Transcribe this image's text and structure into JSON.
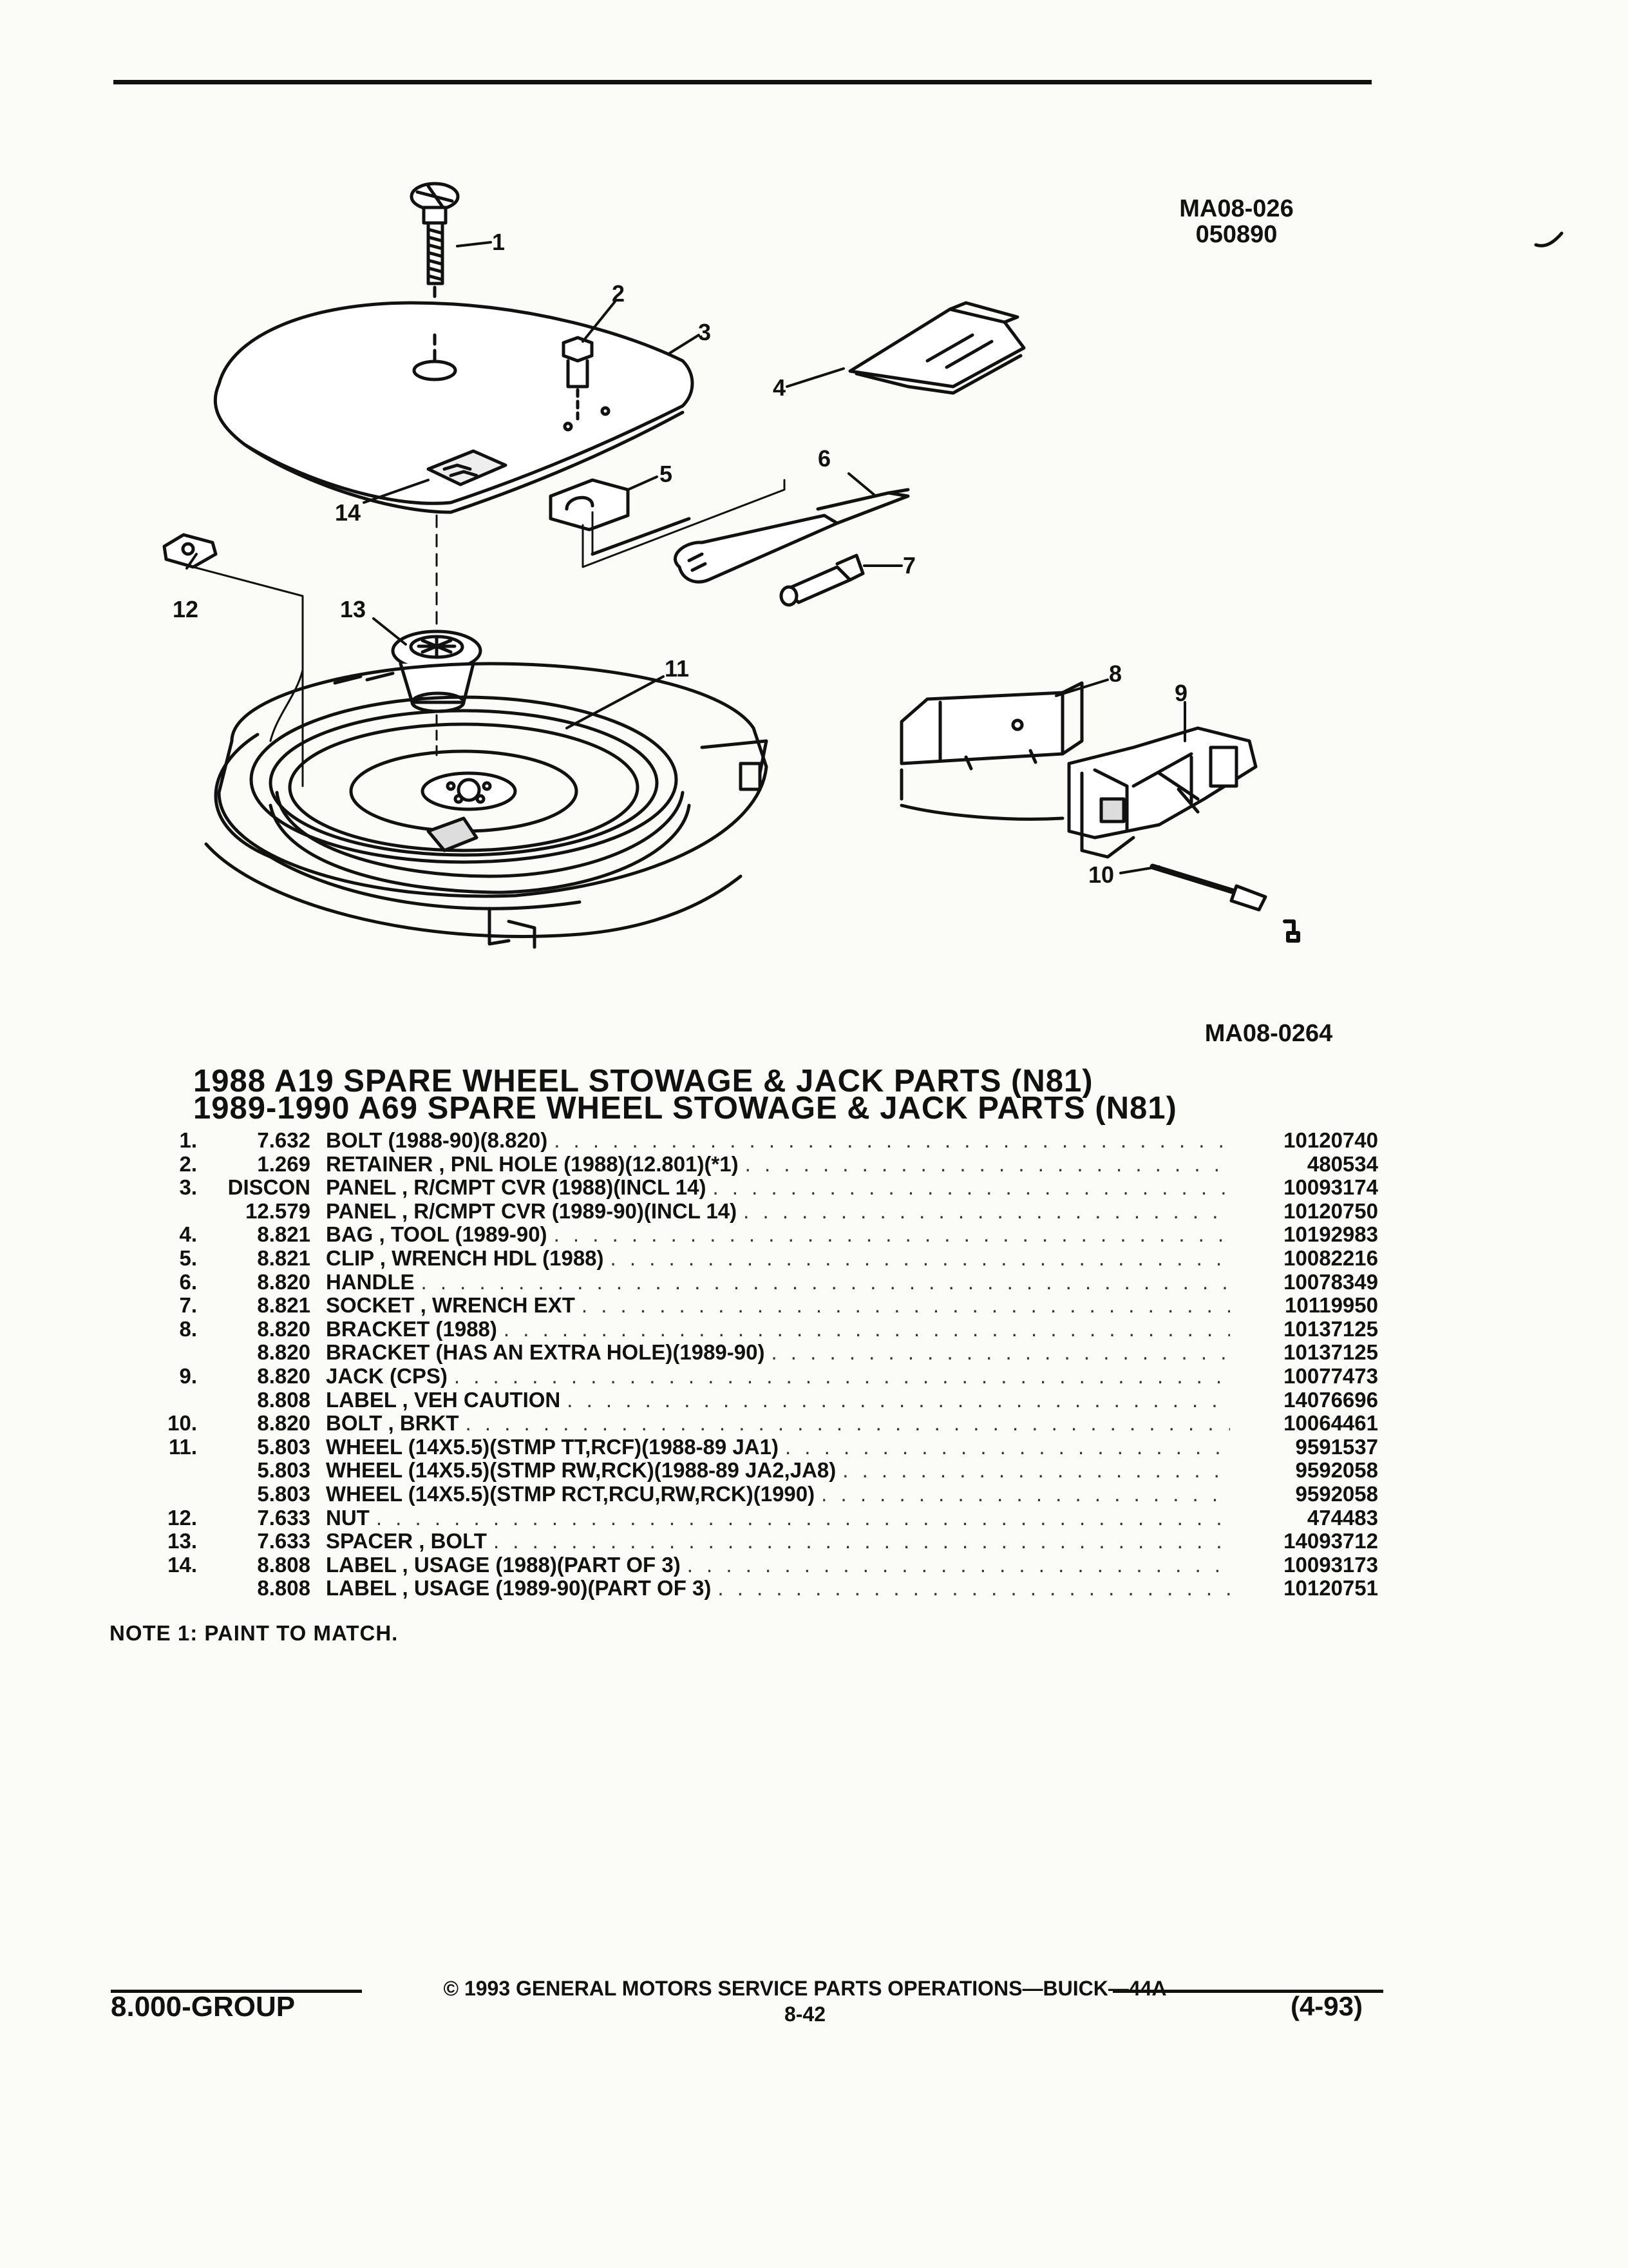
{
  "header": {
    "ref_top_line1": "MA08-026",
    "ref_top_line2": "050890",
    "ref_bottom": "MA08-0264"
  },
  "callouts": [
    "1",
    "2",
    "3",
    "4",
    "5",
    "6",
    "7",
    "8",
    "9",
    "10",
    "11",
    "12",
    "13",
    "14"
  ],
  "title_line1": "1988 A19 SPARE WHEEL STOWAGE & JACK PARTS (N81)",
  "title_line2": "1989-1990 A69 SPARE WHEEL STOWAGE & JACK PARTS (N81)",
  "parts": [
    {
      "no": "1.",
      "group": "7.632",
      "desc": "BOLT (1988-90)(8.820)",
      "part": "10120740"
    },
    {
      "no": "2.",
      "group": "1.269",
      "desc": "RETAINER , PNL HOLE (1988)(12.801)(*1)",
      "part": "480534"
    },
    {
      "no": "3.",
      "group": "DISCON",
      "desc": "PANEL , R/CMPT CVR (1988)(INCL 14)",
      "part": "10093174"
    },
    {
      "no": "",
      "group": "12.579",
      "desc": "PANEL , R/CMPT CVR (1989-90)(INCL 14)",
      "part": "10120750"
    },
    {
      "no": "4.",
      "group": "8.821",
      "desc": "BAG , TOOL (1989-90)",
      "part": "10192983"
    },
    {
      "no": "5.",
      "group": "8.821",
      "desc": "CLIP , WRENCH HDL (1988)",
      "part": "10082216"
    },
    {
      "no": "6.",
      "group": "8.820",
      "desc": "HANDLE",
      "part": "10078349"
    },
    {
      "no": "7.",
      "group": "8.821",
      "desc": "SOCKET , WRENCH EXT",
      "part": "10119950"
    },
    {
      "no": "8.",
      "group": "8.820",
      "desc": "BRACKET (1988)",
      "part": "10137125"
    },
    {
      "no": "",
      "group": "8.820",
      "desc": "BRACKET (HAS AN EXTRA HOLE)(1989-90)",
      "part": "10137125"
    },
    {
      "no": "9.",
      "group": "8.820",
      "desc": "JACK (CPS)",
      "part": "10077473"
    },
    {
      "no": "",
      "group": "8.808",
      "desc": "LABEL , VEH CAUTION",
      "part": "14076696"
    },
    {
      "no": "10.",
      "group": "8.820",
      "desc": "BOLT , BRKT",
      "part": "10064461"
    },
    {
      "no": "11.",
      "group": "5.803",
      "desc": "WHEEL (14X5.5)(STMP TT,RCF)(1988-89 JA1)",
      "part": "9591537"
    },
    {
      "no": "",
      "group": "5.803",
      "desc": "WHEEL (14X5.5)(STMP RW,RCK)(1988-89 JA2,JA8)",
      "part": "9592058"
    },
    {
      "no": "",
      "group": "5.803",
      "desc": "WHEEL (14X5.5)(STMP RCT,RCU,RW,RCK)(1990)",
      "part": "9592058"
    },
    {
      "no": "12.",
      "group": "7.633",
      "desc": "NUT",
      "part": "474483"
    },
    {
      "no": "13.",
      "group": "7.633",
      "desc": "SPACER , BOLT",
      "part": "14093712"
    },
    {
      "no": "14.",
      "group": "8.808",
      "desc": "LABEL , USAGE (1988)(PART OF 3)",
      "part": "10093173"
    },
    {
      "no": "",
      "group": "8.808",
      "desc": "LABEL , USAGE (1989-90)(PART OF 3)",
      "part": "10120751"
    }
  ],
  "leader_dots": ". . . . . . . . . . . . . . . . . . . . . . . . . . . . . . . . . . . . . . . . . . . . . . . . . . . . . . . . . . . . . . . . . . . . . . . . . . . . . . .",
  "note": "NOTE  1:  PAINT TO MATCH.",
  "footer": {
    "copyright": "© 1993  GENERAL MOTORS SERVICE PARTS OPERATIONS—BUICK—44A",
    "group": "8.000-GROUP",
    "page": "8-42",
    "date": "(4-93)"
  }
}
